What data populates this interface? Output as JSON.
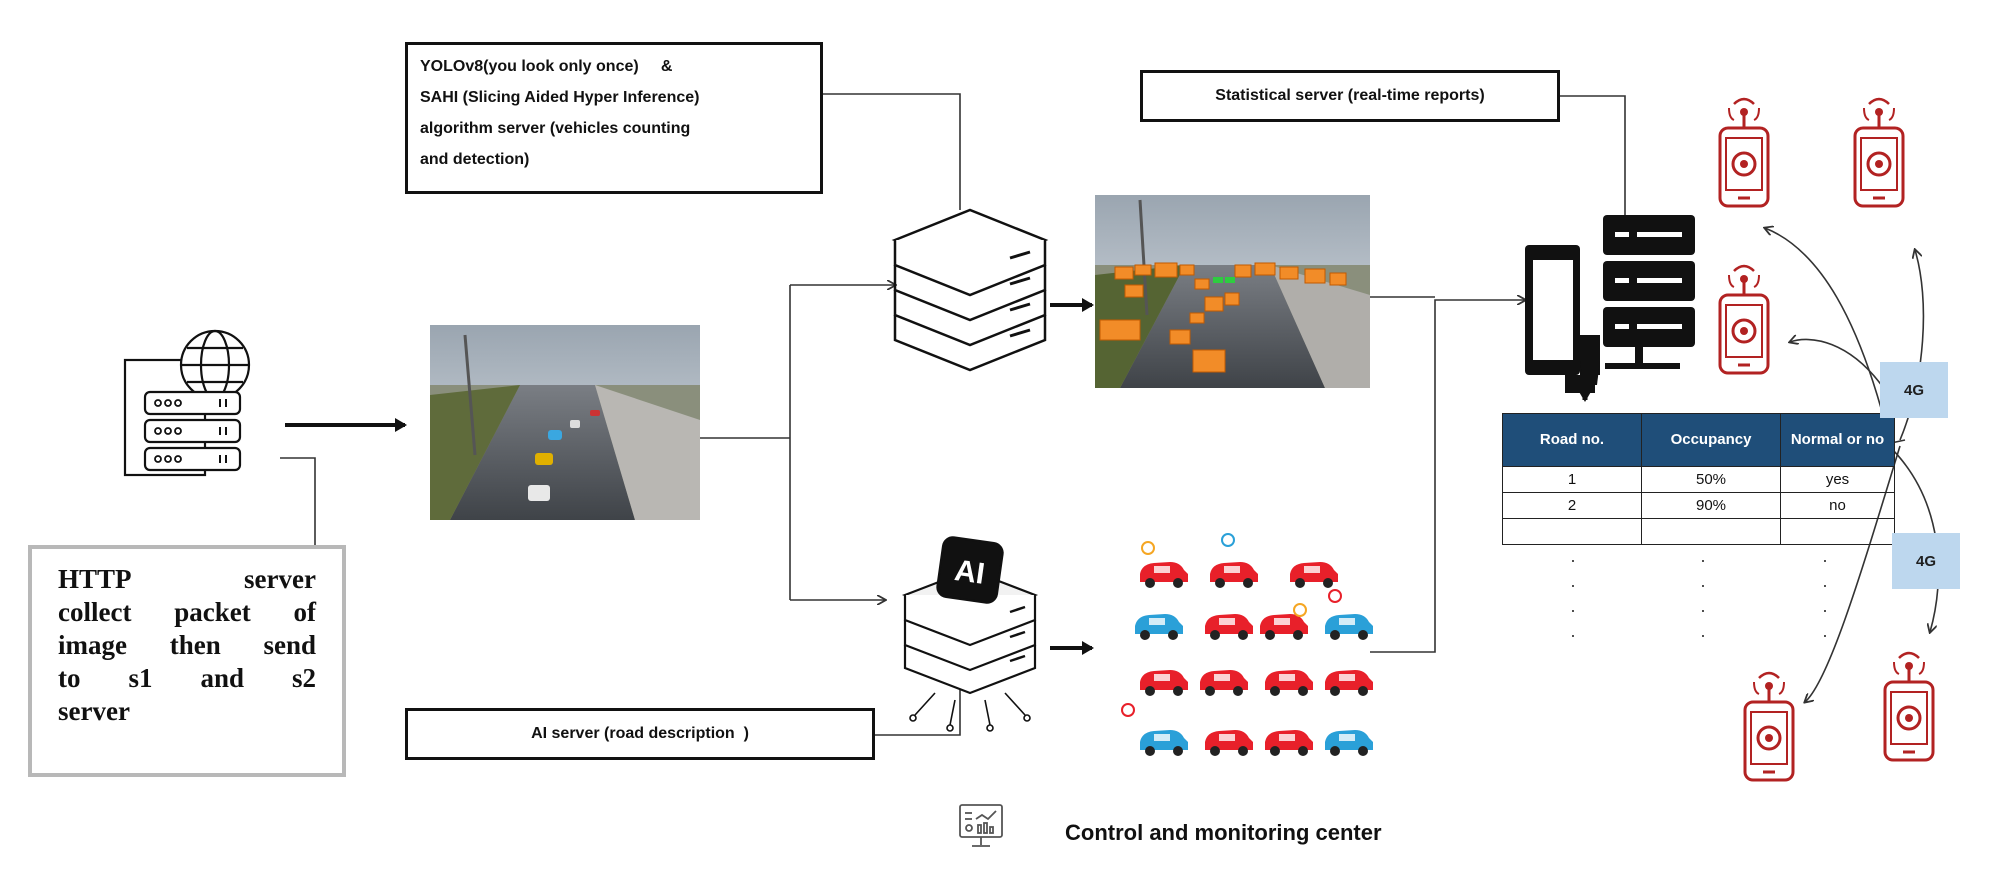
{
  "boxes": {
    "yolo_lines": [
      "YOLOv8(you look only once)     &",
      "SAHI (Slicing Aided Hyper Inference)",
      "algorithm server (vehicles counting",
      "and detection)"
    ],
    "stat_server": "Statistical server (real-time reports)",
    "ai_server": "AI server (road description  )",
    "http_lines": [
      "HTTP server",
      "collect packet of",
      "image then send",
      "to s1 and s2",
      "server"
    ]
  },
  "icons": {
    "http_server": "globe-server-icon",
    "yolo_server": "server-stack-icon",
    "ai_server": "ai-server-chip-icon",
    "stat_server": "statistics-server-icon",
    "monitor": "dashboard-monitor-icon",
    "phones": "mobile-signal-icon",
    "road_photo": "road-camera-photo",
    "detection_photo": "vehicle-detection-photo",
    "incident_grid": "road-incident-icons"
  },
  "table": {
    "headers": [
      "Road no.",
      "Occupancy",
      "Normal or no"
    ],
    "rows": [
      [
        "1",
        "50%",
        "yes"
      ],
      [
        "2",
        "90%",
        "no"
      ]
    ]
  },
  "network_badges": [
    "4G",
    "4G"
  ],
  "footer": {
    "label": "Control and monitoring center"
  },
  "colors": {
    "table_header": "#1f4e79",
    "badge": "#bdd7ee",
    "phone": "#b22222",
    "detection_box": "#f28c28",
    "car_red": "#e8202a",
    "car_blue": "#2aa0d8"
  }
}
